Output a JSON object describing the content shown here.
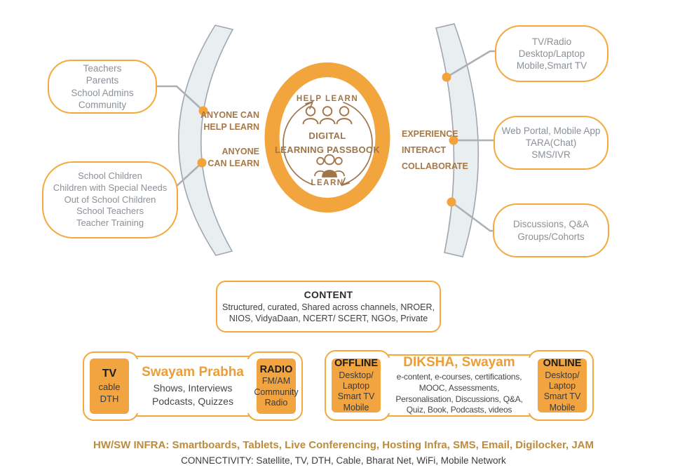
{
  "colors": {
    "accent_orange": "#F2A53D",
    "tile_orange": "#F1A440",
    "brown_text": "#A1744A",
    "arc_label": "#A5784A",
    "box_text_gray": "#8A9198",
    "band_fill": "#E9EEF1",
    "band_border": "#A0A7AE",
    "connector_gray": "#ACB0B5",
    "dark_text": "#3C3C3C",
    "orange_heading": "#EB9E37",
    "footer_gold": "#BC8C3E"
  },
  "icons": {
    "center_top": "people-row-icon",
    "center_bottom": "learners-group-icon",
    "center_cycle": "cycle-arrows"
  },
  "center": {
    "top_label": "HELP LEARN",
    "title1": "DIGITAL",
    "title2": "LEARNING PASSBOOK",
    "bottom_label": "LEARN"
  },
  "labels": {
    "anyone_help": [
      "ANYONE CAN",
      "HELP LEARN"
    ],
    "anyone_learn": [
      "ANYONE",
      "CAN LEARN"
    ],
    "experience": [
      "EXPERIENCE",
      "INTERACT",
      "COLLABORATE"
    ]
  },
  "stakeholders_box": {
    "lines": [
      "Teachers",
      "Parents",
      "School Admins",
      "Community"
    ]
  },
  "learners_box": {
    "lines": [
      "School Children",
      "Children with Special Needs",
      "Out of School Children",
      "School Teachers",
      "Teacher Training"
    ]
  },
  "devices_box": {
    "lines": [
      "TV/Radio",
      "Desktop/Laptop",
      "Mobile,Smart TV"
    ]
  },
  "access_box": {
    "lines": [
      "Web Portal, Mobile App",
      "TARA(Chat)",
      "SMS/IVR"
    ]
  },
  "community_box": {
    "lines": [
      "Discussions, Q&A",
      "Groups/Cohorts"
    ]
  },
  "content_box": {
    "title": "CONTENT",
    "line1": "Structured, curated, Shared across channels, NROER,",
    "line2": "NIOS, VidyaDaan, NCERT/ SCERT, NGOs, Private"
  },
  "broadcast_box": {
    "tv_tile": {
      "title": "TV",
      "lines": [
        "cable",
        "DTH"
      ]
    },
    "center": {
      "title": "Swayam Prabha",
      "lines": [
        "Shows, Interviews",
        "Podcasts, Quizzes"
      ]
    },
    "radio_tile": {
      "title": "RADIO",
      "lines": [
        "FM/AM",
        "Community",
        "Radio"
      ]
    }
  },
  "digital_box": {
    "offline_tile": {
      "title": "OFFLINE",
      "lines": [
        "Desktop/",
        "Laptop",
        "Smart TV",
        "Mobile"
      ]
    },
    "center": {
      "title": "DIKSHA, Swayam",
      "lines": [
        "e-content, e-courses, certifications,",
        "MOOC, Assessments,",
        "Personalisation, Discussions, Q&A,",
        "Quiz, Book, Podcasts, videos"
      ]
    },
    "online_tile": {
      "title": "ONLINE",
      "lines": [
        "Desktop/",
        "Laptop",
        "Smart TV",
        "Mobile"
      ]
    }
  },
  "footer": {
    "infra": "HW/SW INFRA: Smartboards, Tablets, Live Conferencing, Hosting Infra, SMS, Email, Digilocker, JAM",
    "connectivity": "CONNECTIVITY: Satellite, TV, DTH, Cable, Bharat Net, WiFi, Mobile Network"
  }
}
